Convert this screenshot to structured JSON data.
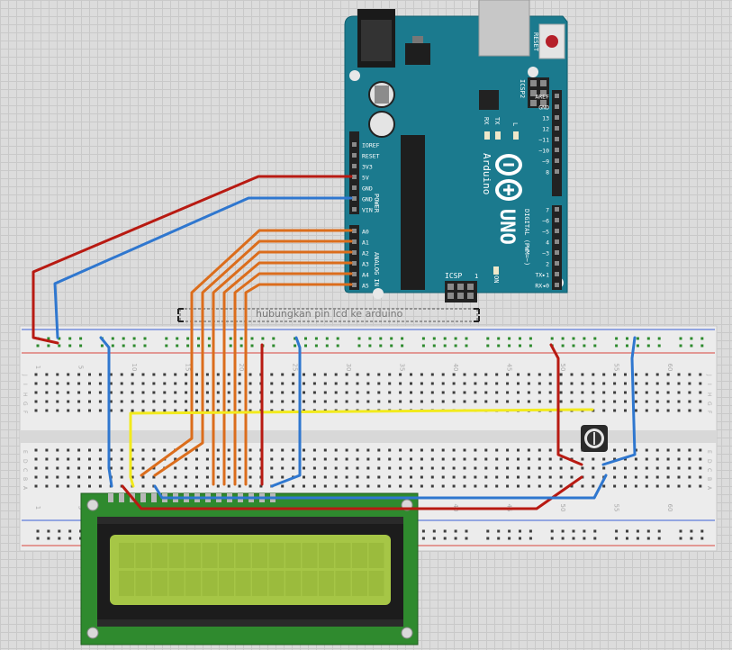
{
  "arduino": {
    "model": "UNO",
    "brand": "Arduino",
    "power_pins": [
      "IOREF",
      "RESET",
      "3V3",
      "5V",
      "GND",
      "GND",
      "VIN"
    ],
    "power_header": "POWER",
    "analog_pins": [
      "A0",
      "A1",
      "A2",
      "A3",
      "A4",
      "A5"
    ],
    "analog_header": "ANALOG IN",
    "digital_pins_top": [
      "AREF",
      "GND",
      "13",
      "12",
      "~11",
      "~10",
      "~9",
      "8"
    ],
    "digital_pins_bottom": [
      "7",
      "~6",
      "~5",
      "4",
      "~3",
      "2",
      "TX▸1",
      "RX◂0"
    ],
    "digital_header": "DIGITAL (PWM=~)",
    "reset_label": "RESET",
    "icsp2_label": "ICSP2",
    "icsp_label": "ICSP",
    "led_labels": [
      "TX",
      "RX",
      "L"
    ],
    "on_label": "ON",
    "icsp_number": "1"
  },
  "note": {
    "text": "hubungkan pin lcd ke arduino"
  },
  "breadboard": {
    "column_numbers": [
      "1",
      "5",
      "10",
      "15",
      "20",
      "25",
      "30",
      "35",
      "40",
      "45",
      "50",
      "55",
      "60"
    ],
    "row_letters_top": [
      "J",
      "I",
      "H",
      "G",
      "F"
    ],
    "row_letters_bottom": [
      "E",
      "D",
      "C",
      "B",
      "A"
    ]
  },
  "colors": {
    "arduino_board": "#1b7a8e",
    "breadboard": "#ececec",
    "lcd_pcb": "#2f8a2e",
    "lcd_screen": "#a6c646",
    "wire_red": "#b81a12",
    "wire_blue": "#2f77cf",
    "wire_orange": "#db6d1c",
    "wire_yellow": "#f2ea1c",
    "rail_red": "#d9453c",
    "rail_blue": "#3a5fd6"
  }
}
